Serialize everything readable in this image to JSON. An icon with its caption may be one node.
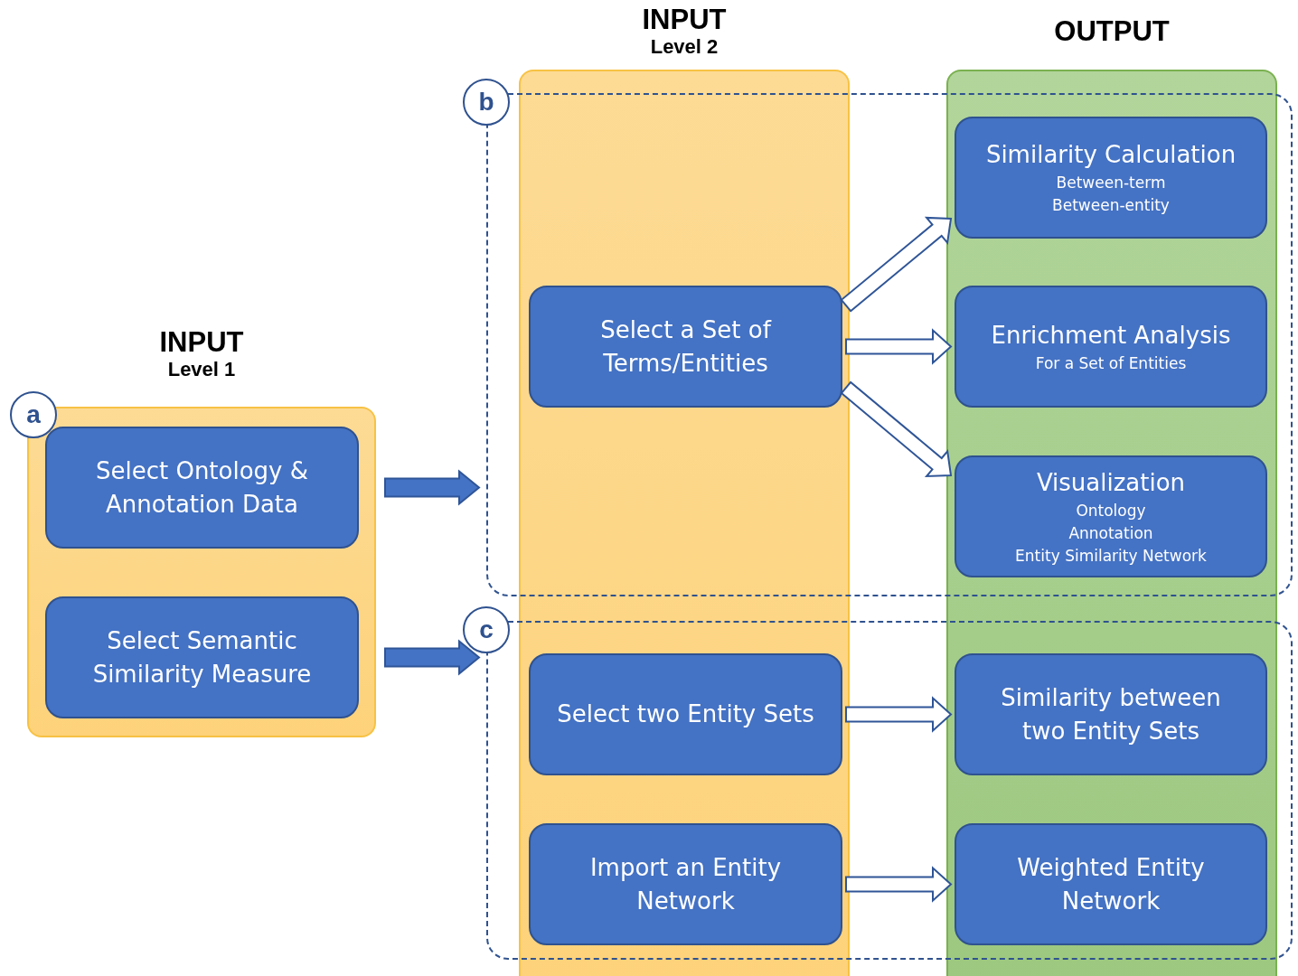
{
  "diagram": {
    "nodes": [
      {
        "text": [
          "INPUT",
          "Level 1",
          "a"
        ]
      },
      {
        "text": [
          "Select Ontology & Annotation Data"
        ],
        "in": 0
      },
      {
        "text": [
          "Select Semantic Similarity Measure"
        ],
        "in": 0
      },
      {
        "text": [
          "INPUT",
          "Level 2"
        ]
      },
      {
        "text": [
          "OUTPUT"
        ]
      },
      {
        "text": [
          "b"
        ]
      },
      {
        "text": [
          "c"
        ]
      },
      {
        "text": [
          "Select a Set of Terms/Entities"
        ]
      },
      {
        "text": [
          "Select two Entity Sets"
        ]
      },
      {
        "text": [
          "Import an Entity Network"
        ]
      },
      {
        "text": [
          "Similarity Calculation",
          "Between-term",
          "Between-entity"
        ]
      },
      {
        "text": [
          "Enrichment Analysis",
          "For a Set of Entities"
        ]
      },
      {
        "text": [
          "Visualization",
          "Ontology",
          "Annotation",
          "Entity Similarity Network"
        ]
      },
      {
        "text": [
          "Similarity between two Entity Sets"
        ]
      },
      {
        "text": [
          "Weighted Entity Network"
        ]
      }
    ],
    "edges": [
      {
        "from": 0,
        "to": 5,
        "arrow": "to",
        "style": "thick"
      },
      {
        "from": 0,
        "to": 6,
        "arrow": "to",
        "style": "thick"
      },
      {
        "from": 7,
        "to": 10,
        "arrow": "to"
      },
      {
        "from": 7,
        "to": 11,
        "arrow": "to"
      },
      {
        "from": 7,
        "to": 12,
        "arrow": "to"
      },
      {
        "from": 8,
        "to": 13,
        "arrow": "to"
      },
      {
        "from": 9,
        "to": 14,
        "arrow": "to"
      }
    ]
  }
}
